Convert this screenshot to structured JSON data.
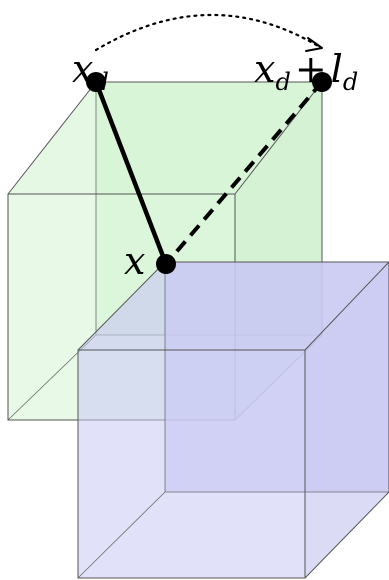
{
  "labels": {
    "x_d": {
      "base": "x",
      "sub": "d"
    },
    "x_d_plus_l_d": {
      "base1": "x",
      "sub1": "d",
      "op": "+",
      "base2": "l",
      "sub2": "d"
    },
    "x": {
      "base": "x"
    }
  },
  "colors": {
    "green_cube_fill": "#d9f7d9",
    "blue_cube_fill": "#c8c8f5",
    "edge": "#5a5a5a",
    "line": "#000000",
    "point": "#000000"
  }
}
